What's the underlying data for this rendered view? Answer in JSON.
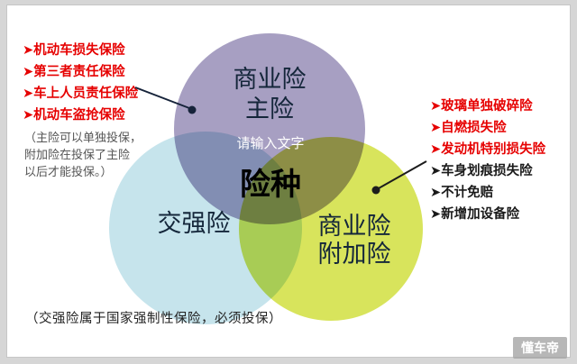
{
  "diagram": {
    "center": {
      "title": "险种",
      "placeholder": "请输入文字"
    },
    "circle_top": {
      "line1": "商业险",
      "line2": "主险"
    },
    "circle_left": {
      "label": "交强险"
    },
    "circle_right": {
      "line1": "商业险",
      "line2": "附加险"
    }
  },
  "left_list": {
    "items": [
      "➤机动车损失保险",
      "➤第三者责任保险",
      "➤车上人员责任保险",
      "➤机动车盗抢保险"
    ],
    "note": {
      "line1": "（主险可以单独投保，",
      "line2": "附加险在投保了主险",
      "line3": "以后才能投保。）"
    }
  },
  "right_list": {
    "red_items": [
      "➤玻璃单独破碎险",
      "➤自燃损失险",
      "➤发动机特别损失险"
    ],
    "black_items": [
      "➤车身划痕损失险",
      "➤不计免赔",
      "➤新增加设备险"
    ]
  },
  "footer_note": "（交强险属于国家强制性保险，必须投保）",
  "watermark": "懂车帝",
  "colors": {
    "red_text": "#e60000",
    "black_text": "#1a1a1a",
    "circle_top": "#a79fc2",
    "circle_left": "#c6e4ec",
    "circle_right": "#d8e45c"
  }
}
